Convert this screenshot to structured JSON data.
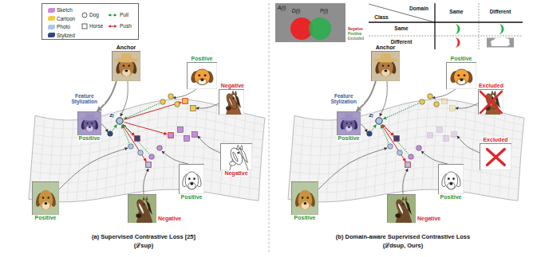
{
  "diagram": {
    "nodes": [
      {
        "text": [
          "Anchor"
        ]
      },
      {
        "text": [
          "Positive"
        ]
      },
      {
        "text": [
          "Positive"
        ]
      },
      {
        "text": [
          "Negative"
        ]
      },
      {
        "text": [
          "Negative"
        ]
      },
      {
        "text": [
          "Positive"
        ]
      },
      {
        "text": [
          "Positive"
        ]
      },
      {
        "text": [
          "Negative"
        ]
      },
      {
        "text": [
          "Anchor"
        ]
      },
      {
        "text": [
          "Positive"
        ]
      },
      {
        "text": [
          "Positive"
        ]
      },
      {
        "text": [
          "Excluded"
        ]
      },
      {
        "text": [
          "Excluded"
        ]
      },
      {
        "text": [
          "Positive"
        ]
      },
      {
        "text": [
          "Positive"
        ]
      },
      {
        "text": [
          "Negative"
        ]
      }
    ],
    "edges": [
      {
        "from": 0,
        "to": 1,
        "label": "Feature Stylization",
        "arrow": "to"
      },
      {
        "from": 8,
        "to": 9,
        "label": "Feature Stylization",
        "arrow": "to"
      }
    ],
    "labels": [
      "zᵢ",
      "zᵢ",
      "(a) Supervised Contrastive Loss [25]",
      "(ℒsup)",
      "(b) Domain-aware Supervised Contrastive Loss",
      "(ℒdsup, Ours)",
      "A(i)",
      "D(i)",
      "P(i)",
      "Domain",
      "Class",
      "Same",
      "Different",
      "Same",
      "Different",
      "Negative",
      "Positive",
      "Excluded"
    ],
    "legend": [
      {
        "text": "Sketch",
        "color": "#c98be0"
      },
      {
        "text": "Cartoon",
        "color": "#f2c94c"
      },
      {
        "text": "Photo",
        "color": "#a8c8ea"
      },
      {
        "text": "Stylized",
        "color": "#2b4a80"
      },
      {
        "text": "Dog"
      },
      {
        "text": "Horse"
      },
      {
        "text": "Pull"
      },
      {
        "text": "Push"
      }
    ]
  }
}
